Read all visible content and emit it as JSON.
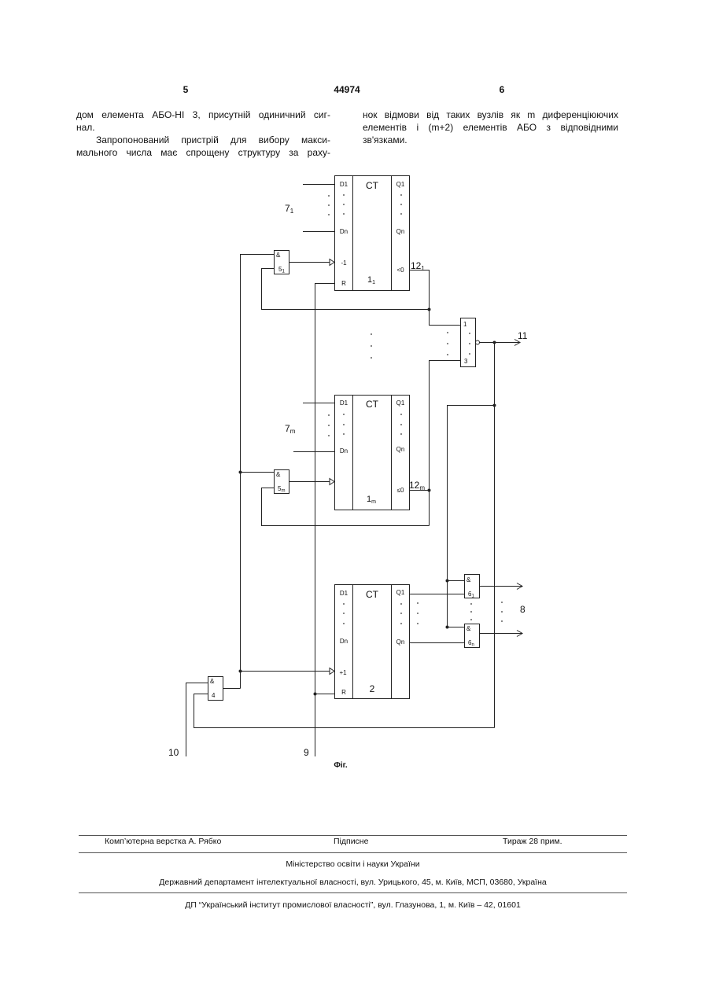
{
  "header": {
    "left_page": "5",
    "doc_number": "44974",
    "right_page": "6"
  },
  "body": {
    "left_column": [
      "дом елемента АБО-НІ 3, присутній одиничний сиг-",
      "нал.",
      "Запропонований пристрій для вибору макси-",
      "мального числа має спрощену структуру за раху-"
    ],
    "right_column": [
      "нок відмови від таких вузлів як m диференціюючих",
      "елементів і (m+2) елементів АБО з відповідними",
      "зв'язками."
    ]
  },
  "figure": {
    "caption": "Фіг.",
    "counters": {
      "c1": {
        "d1": "D1",
        "ct": "CT",
        "q1": "Q1",
        "dn": "Dn",
        "qn": "Qn",
        "minus1": "-1",
        "r": "R",
        "id_main": "1",
        "id_sub": "1",
        "out": "<0"
      },
      "cm": {
        "d1": "D1",
        "ct": "CT",
        "q1": "Q1",
        "dn": "Dn",
        "qn": "Qn",
        "id_main": "1",
        "id_sub": "m",
        "out": "≤0"
      },
      "c2": {
        "d1": "D1",
        "ct": "CT",
        "q1": "Q1",
        "dn": "Dn",
        "qn": "Qn",
        "plus1": "+1",
        "r": "R",
        "id": "2"
      }
    },
    "gates": {
      "g5_1": {
        "sym": "&",
        "main": "5",
        "sub": "1"
      },
      "g5_m": {
        "sym": "&",
        "main": "5",
        "sub": "m"
      },
      "g3": {
        "sym": "1",
        "id": "3"
      },
      "g4": {
        "sym": "&",
        "id": "4"
      },
      "g6_1": {
        "sym": "&",
        "main": "6",
        "sub": "1"
      },
      "g6_n": {
        "sym": "&",
        "main": "6",
        "sub": "n"
      }
    },
    "labels": {
      "in7_1": {
        "main": "7",
        "sub": "1"
      },
      "in7_m": {
        "main": "7",
        "sub": "m"
      },
      "out12_1": {
        "main": "12",
        "sub": "1"
      },
      "out12_m": {
        "main": "12",
        "sub": "m"
      },
      "out11": "11",
      "out8": "8",
      "in10": "10",
      "in9": "9"
    }
  },
  "footer": {
    "credit": "Комп’ютерна верстка А. Рябко",
    "subscription": "Підписне",
    "circulation": "Тираж 28 прим.",
    "ministry": "Міністерство освіти і науки України",
    "department": "Державний департамент інтелектуальної власності, вул. Урицького, 45, м. Київ, МСП, 03680, Україна",
    "institute": "ДП “Український інститут промислової власності”, вул. Глазунова, 1, м. Київ – 42, 01601"
  }
}
